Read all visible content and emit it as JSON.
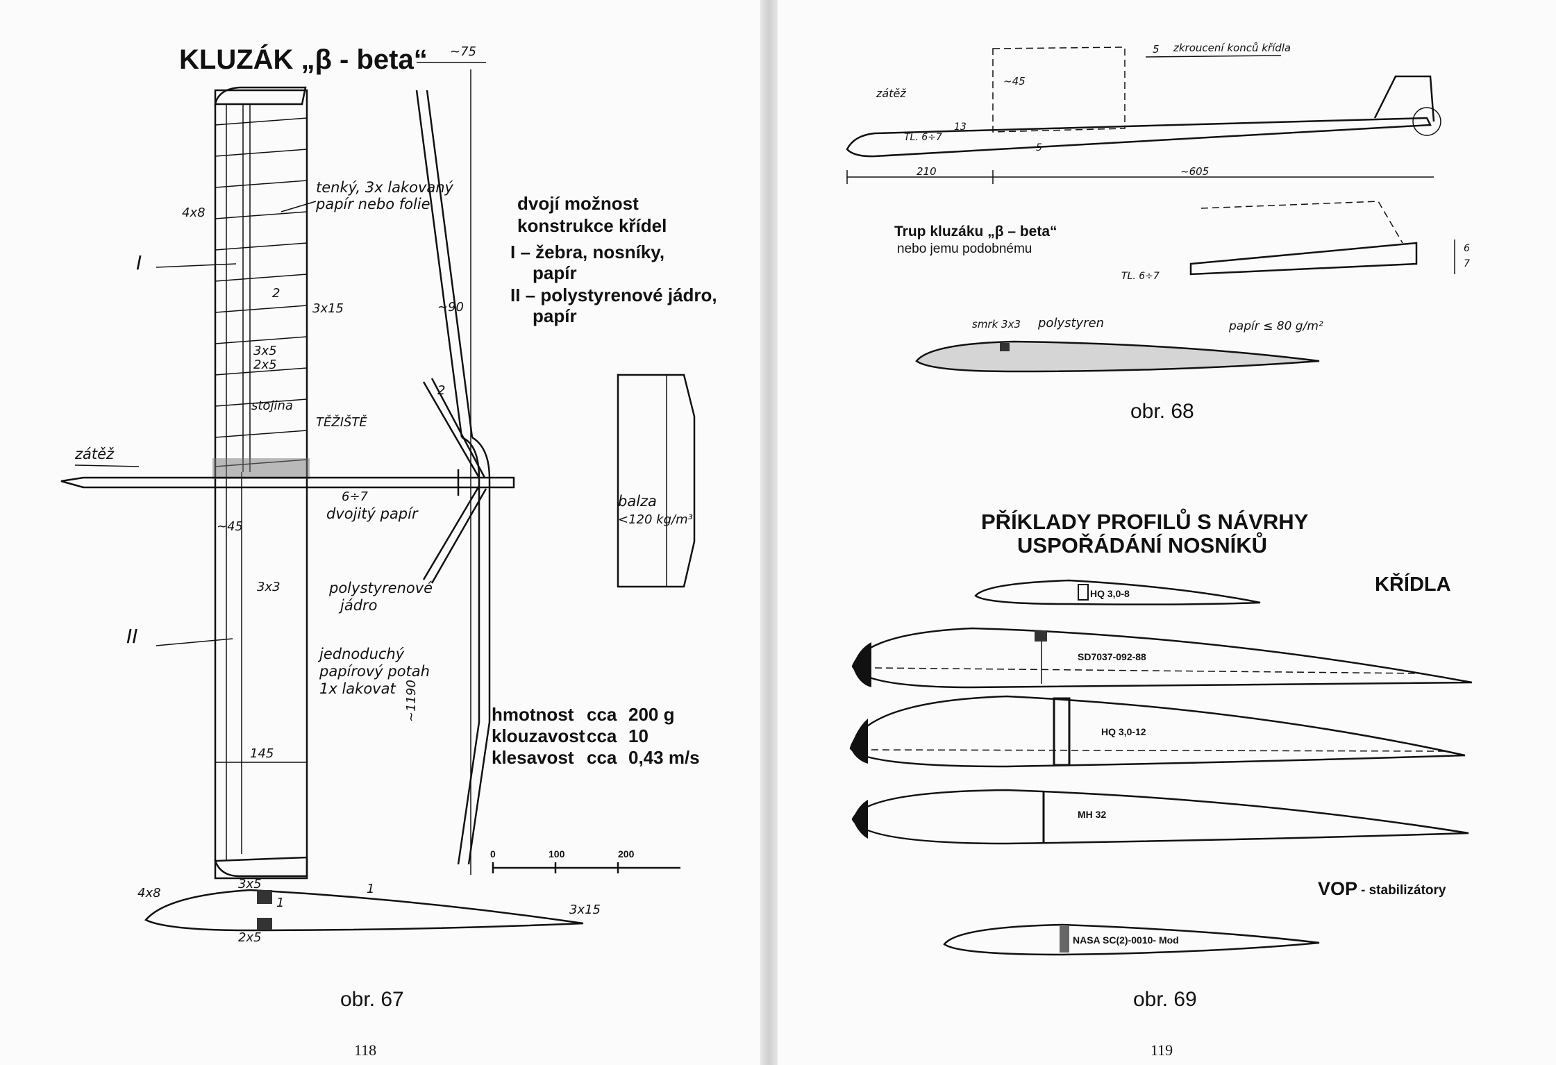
{
  "left_page": {
    "title": "KLUZÁK „β - beta“",
    "labels": {
      "l_75": "~75",
      "l_4x8a": "4x8",
      "l_paper": "tenký, 3x lakovaný",
      "l_paper2": "papír nebo folie",
      "l_I": "I",
      "l_2": "2",
      "l_3x15": "3x15",
      "l_90": "~90",
      "l_3x5": "3x5",
      "l_2x5": "2x5",
      "l_stojina": "stojina",
      "l_2b": "2",
      "l_teziste": "TĚŽIŠTĚ",
      "l_zatez": "zátěž",
      "l_67": "6÷7",
      "l_dvojity": "dvojitý papír",
      "l_45": "~45",
      "l_balsa": "balza",
      "l_balsa2": "<120 kg/m³",
      "l_3x3": "3x3",
      "l_poly": "polystyrenové",
      "l_poly2": "jádro",
      "l_II": "II",
      "l_jedn": "jednoduchý",
      "l_jedn2": "papírový potah",
      "l_jedn3": "1x lakovat",
      "l_145": "145",
      "l_1190": "~1190",
      "l_4x8b": "4x8",
      "l_3x5b": "3x5",
      "l_1": "1",
      "l_1b": "1",
      "l_3x15b": "3x15",
      "l_2x5b": "2x5"
    },
    "options": {
      "line1": "dvojí možnost",
      "line2": "konstrukce křídel",
      "line3": "I – žebra, nosníky,",
      "line4": "papír",
      "line5": "II – polystyrenové jádro,",
      "line6": "papír"
    },
    "specs": [
      {
        "name": "hmotnost",
        "approx": "cca",
        "value": "200 g"
      },
      {
        "name": "klouzavost",
        "approx": "cca",
        "value": "10"
      },
      {
        "name": "klesavost",
        "approx": "cca",
        "value": "0,43 m/s"
      }
    ],
    "scale": {
      "s0": "0",
      "s100": "100",
      "s200": "200"
    },
    "caption": "obr. 67",
    "page_number": "118"
  },
  "right_page": {
    "labels": {
      "r_zkrouceni": "zkroucení konců křídla",
      "r_5": "5",
      "r_45": "~45",
      "r_zatez": "zátěž",
      "r_tl1": "TL. 6÷7",
      "r_13": "13",
      "r_5b": "5",
      "r_210": "210",
      "r_605": "~605",
      "r_tl2": "TL. 6÷7",
      "r_6": "6",
      "r_7": "7",
      "r_smrk": "smrk 3x3",
      "r_poly": "polystyren",
      "r_papir": "papír ≤ 80 g/m²"
    },
    "fuselage_caption1": "Trup kluzáku „β – beta“",
    "fuselage_caption2": "nebo jemu podobnému",
    "caption68": "obr. 68",
    "heading1": "PŘÍKLADY PROFILŮ S NÁVRHY",
    "heading2": "USPOŘÁDÁNÍ NOSNÍKŮ",
    "wings_label": "KŘÍDLA",
    "profiles": [
      "HQ 3,0-8",
      "SD7037-092-88",
      "HQ 3,0-12",
      "MH 32"
    ],
    "vop_label": "VOP",
    "vop_sub": "- stabilizátory",
    "vop_profile": "NASA SC(2)-0010- Mod",
    "caption69": "obr. 69",
    "page_number": "119"
  }
}
